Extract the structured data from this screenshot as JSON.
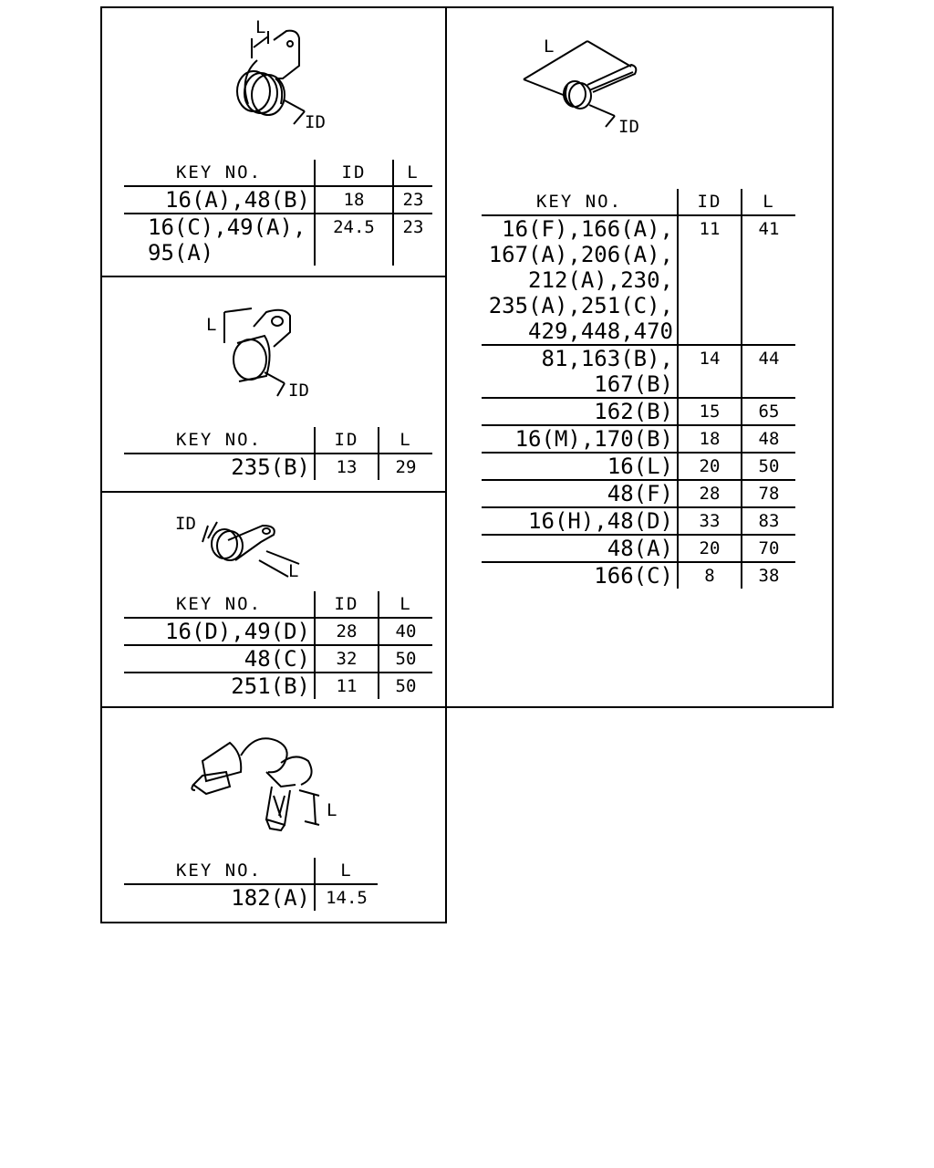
{
  "headers": {
    "key_no": "KEY NO.",
    "id": "ID",
    "l": "L"
  },
  "figure_labels": {
    "length": "L",
    "inner_diameter": "ID"
  },
  "panels": [
    {
      "rows": [
        {
          "key": "16(A),48(B)",
          "id": "18",
          "l": "23"
        },
        {
          "key": "16(C),49(A),\n95(A)",
          "id": "24.5",
          "l": "23"
        }
      ]
    },
    {
      "rows": [
        {
          "key": "235(B)",
          "id": "13",
          "l": "29"
        }
      ]
    },
    {
      "rows": [
        {
          "key": "16(D),49(D)",
          "id": "28",
          "l": "40"
        },
        {
          "key": "48(C)",
          "id": "32",
          "l": "50"
        },
        {
          "key": "251(B)",
          "id": "11",
          "l": "50"
        }
      ]
    },
    {
      "rows": [
        {
          "key": "182(A)",
          "l": "14.5"
        }
      ]
    },
    {
      "rows": [
        {
          "key": "16(F),166(A),\n167(A),206(A),\n212(A),230,\n235(A),251(C),\n429,448,470",
          "id": "11",
          "l": "41"
        },
        {
          "key": "81,163(B),\n167(B)",
          "id": "14",
          "l": "44"
        },
        {
          "key": "162(B)",
          "id": "15",
          "l": "65"
        },
        {
          "key": "16(M),170(B)",
          "id": "18",
          "l": "48"
        },
        {
          "key": "16(L)",
          "id": "20",
          "l": "50"
        },
        {
          "key": "48(F)",
          "id": "28",
          "l": "78"
        },
        {
          "key": "16(H),48(D)",
          "id": "33",
          "l": "83"
        },
        {
          "key": "48(A)",
          "id": "20",
          "l": "70"
        },
        {
          "key": "166(C)",
          "id": "8",
          "l": "38"
        }
      ]
    }
  ]
}
